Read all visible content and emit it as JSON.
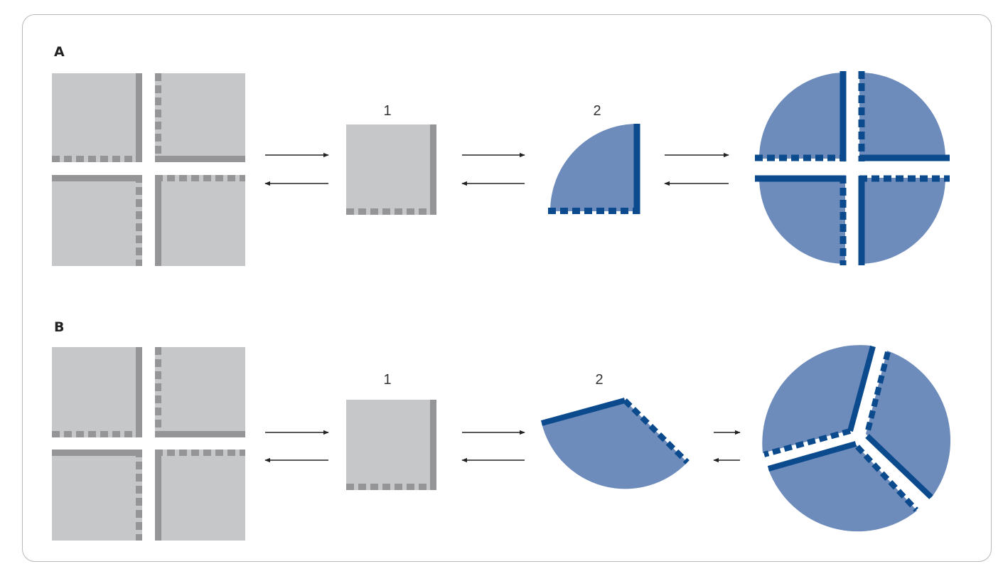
{
  "colors": {
    "tile_fill": "#c6c7c9",
    "tile_edge": "#959597",
    "sector_fill": "#6e8cbb",
    "sector_edge": "#0b4a8c",
    "arrow": "#222222",
    "frame": "#b8b8b8"
  },
  "panels": [
    {
      "label": "A",
      "steps": [
        {
          "label": "1"
        },
        {
          "label": "2"
        }
      ],
      "sector_angle_deg": 90,
      "assembled_sector_count": 4
    },
    {
      "label": "B",
      "steps": [
        {
          "label": "1"
        },
        {
          "label": "2"
        }
      ],
      "sector_angle_deg": 120,
      "assembled_sector_count": 3
    }
  ]
}
